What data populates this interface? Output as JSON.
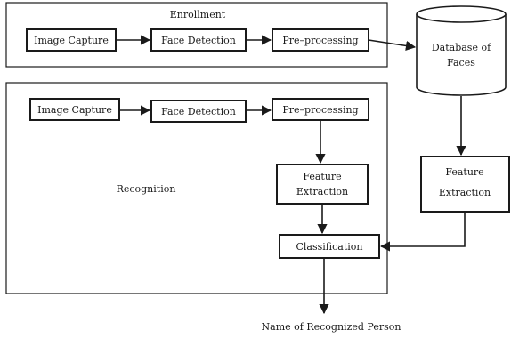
{
  "diagram": {
    "enrollment_title": "Enrollment",
    "recognition_title": "Recognition",
    "enroll_image_capture": "Image Capture",
    "enroll_face_detection": "Face Detection",
    "enroll_preprocessing": "Pre–processing",
    "database_line1": "Database of",
    "database_line2": "Faces",
    "recog_image_capture": "Image Capture",
    "recog_face_detection": "Face Detection",
    "recog_preprocessing": "Pre–processing",
    "recog_feature_line1": "Feature",
    "recog_feature_line2": "Extraction",
    "db_feature_line1": "Feature",
    "db_feature_line2": "Extraction",
    "classification": "Classification",
    "output": "Name of Recognized Person"
  }
}
